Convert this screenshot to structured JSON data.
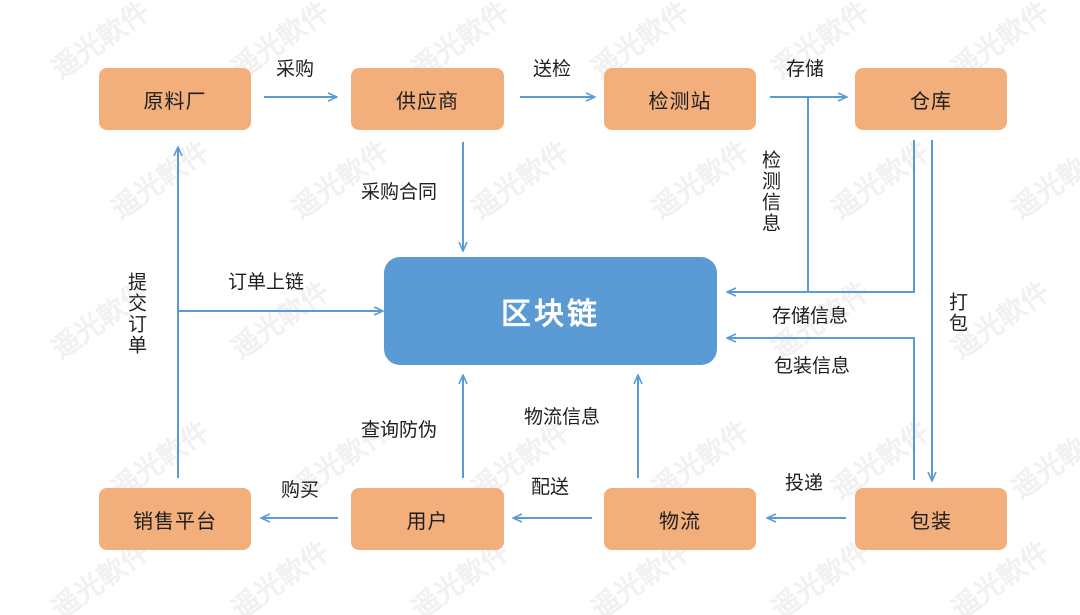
{
  "nodes": {
    "raw_factory": "原料厂",
    "supplier": "供应商",
    "inspection_station": "检测站",
    "warehouse": "仓库",
    "blockchain": "区块链",
    "sales_platform": "销售平台",
    "user": "用户",
    "logistics": "物流",
    "packaging": "包装"
  },
  "edge_labels": {
    "purchase": "采购",
    "send_inspection": "送检",
    "store": "存储",
    "purchase_contract": "采购合同",
    "inspection_info": "检测信息",
    "submit_order": "提交订单",
    "order_on_chain": "订单上链",
    "storage_info": "存储信息",
    "pack": "打包",
    "packaging_info": "包装信息",
    "query_anti_fake": "查询防伪",
    "logistics_info": "物流信息",
    "buy": "购买",
    "deliver": "配送",
    "post": "投递"
  },
  "watermark_text": "遥光軟件",
  "colors": {
    "node_fill": "#f2ae7b",
    "hub_fill": "#5b9bd5",
    "arrow": "#5b9bd5"
  }
}
